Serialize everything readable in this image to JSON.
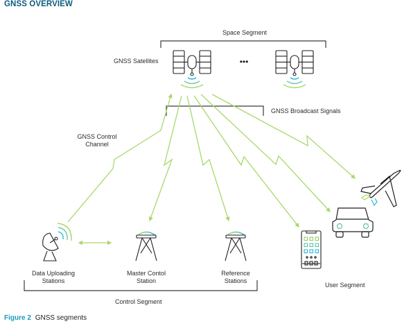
{
  "header": {
    "title": "GNSS OVERVIEW"
  },
  "labels": {
    "space_segment": "Space Segment",
    "gnss_satellites": "GNSS Satellites",
    "ellipsis": "•••",
    "broadcast_signals": "GNSS Broadcast Signals",
    "control_channel_line1": "GNSS Control",
    "control_channel_line2": "Channel",
    "data_uploading_line1": "Data Uploading",
    "data_uploading_line2": "Stations",
    "master_control_line1": "Master Contol",
    "master_control_line2": "Station",
    "reference_line1": "Reference",
    "reference_line2": "Stations",
    "control_segment": "Control Segment",
    "user_segment": "User Segment"
  },
  "caption": {
    "figure_label": "Figure 2",
    "text": "GNSS segments"
  },
  "colors": {
    "title": "#0b5a7d",
    "signal_green": "#a8d86a",
    "signal_cyan": "#2fb8d4",
    "icon_stroke": "#1e1e1e",
    "bracket": "#3a3a3a",
    "caption_accent": "#1a9bbd"
  },
  "nodes": [
    {
      "id": "satellite-1",
      "icon": "satellite-icon",
      "segment": "space"
    },
    {
      "id": "satellite-2",
      "icon": "satellite-icon",
      "segment": "space"
    },
    {
      "id": "data-uploading-station",
      "icon": "satellite-dish-icon",
      "segment": "control"
    },
    {
      "id": "master-control-station",
      "icon": "antenna-tower-icon",
      "segment": "control"
    },
    {
      "id": "reference-station",
      "icon": "antenna-tower-icon",
      "segment": "control"
    },
    {
      "id": "smartphone",
      "icon": "smartphone-icon",
      "segment": "user"
    },
    {
      "id": "car",
      "icon": "car-icon",
      "segment": "user"
    },
    {
      "id": "airplane",
      "icon": "airplane-icon",
      "segment": "user"
    }
  ],
  "links": [
    {
      "from": "data-uploading-station",
      "to": "satellite-1",
      "type": "control-channel"
    },
    {
      "from": "satellite-1",
      "to": "master-control-station",
      "type": "broadcast"
    },
    {
      "from": "satellite-1",
      "to": "reference-station",
      "type": "broadcast"
    },
    {
      "from": "satellite-1",
      "to": "smartphone",
      "type": "broadcast"
    },
    {
      "from": "satellite-1",
      "to": "car",
      "type": "broadcast"
    },
    {
      "from": "satellite-1",
      "to": "airplane",
      "type": "broadcast"
    },
    {
      "from": "data-uploading-station",
      "to": "master-control-station",
      "type": "bidirectional"
    }
  ]
}
